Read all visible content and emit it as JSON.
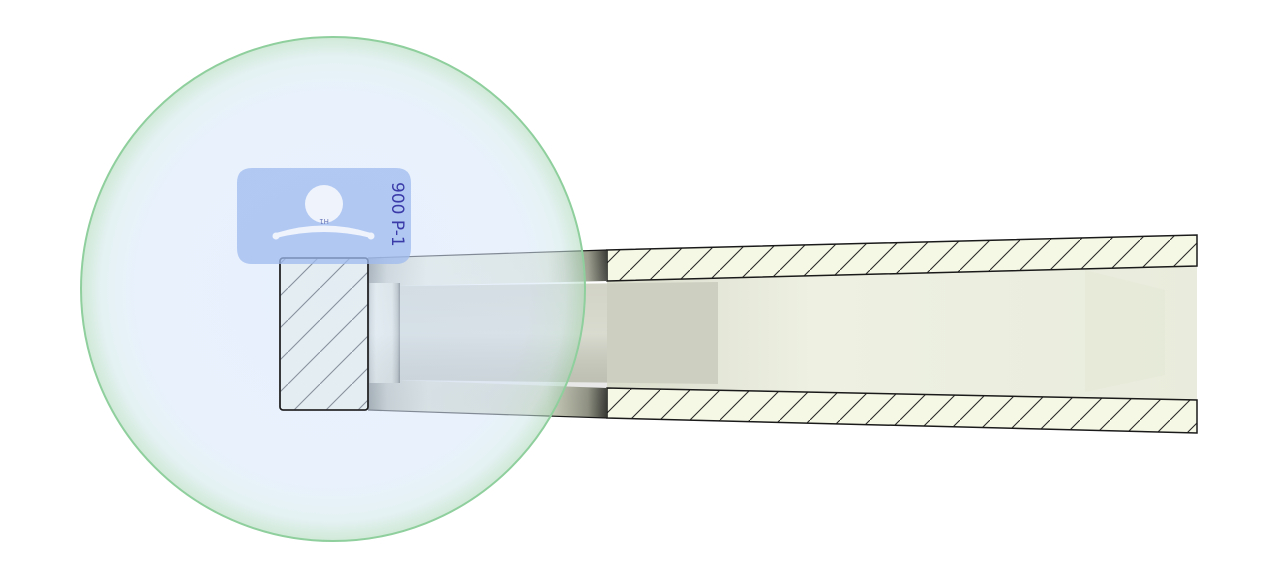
{
  "scene": {
    "view": "3d-viewport",
    "description_hidden": true
  },
  "tag": {
    "text": "900 P-1",
    "small_text": "H1",
    "color": "#3a3aa8",
    "fill": "#9fbbef"
  },
  "colors": {
    "background": "#ffffff",
    "sphere_fill": "#d6e4fb",
    "sphere_edge": "#7cc48c",
    "section_fill": "#f6f8e6",
    "hatch": "#2a2a2a",
    "bore_fill": "#ecefe0",
    "bore_shadow": "#c9cbbd",
    "outline": "#1a1a1a"
  },
  "icons": {
    "selection_sphere": "sphere-icon",
    "section_hatch": "hatch-pattern",
    "label_tag": "tag-icon"
  }
}
